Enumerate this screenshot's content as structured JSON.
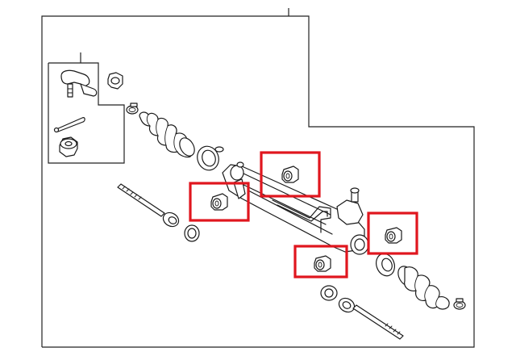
{
  "diagram": {
    "highlight_color": "#e0161e",
    "line_color": "#1a1a1a",
    "background": "#ffffff",
    "parts": [
      "outer-tie-rod-end",
      "cotter-pin",
      "castle-nut",
      "jam-nut",
      "boot-clamp-left",
      "bellows-boot-left",
      "boot-ring-left",
      "inner-tie-rod-left",
      "rack-housing",
      "pinion-valve-housing",
      "bellows-boot-right",
      "inner-tie-rod-right",
      "boot-clamp-right"
    ],
    "highlighted": [
      "mount-bushing-upper-center",
      "mount-bushing-left",
      "mount-bushing-right",
      "mount-bushing-lower-center"
    ]
  }
}
